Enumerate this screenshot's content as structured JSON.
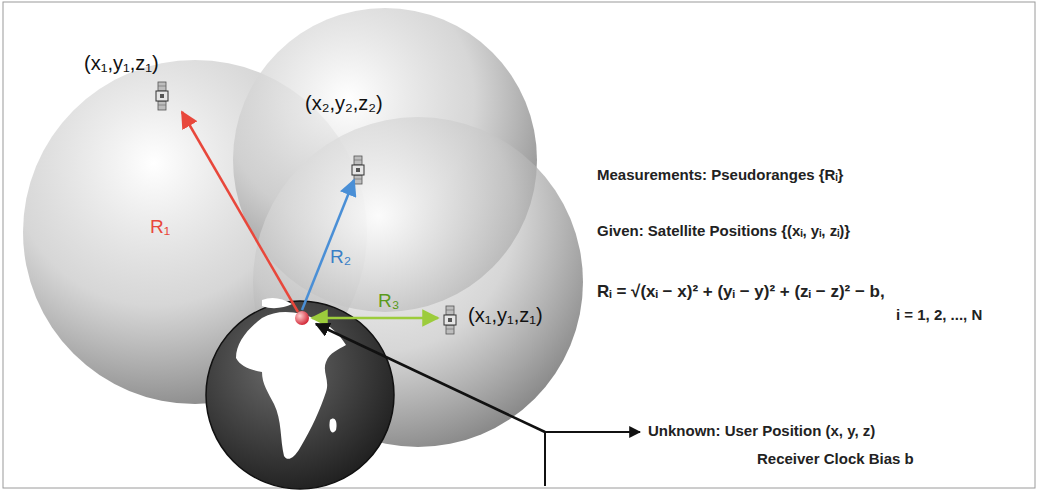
{
  "diagram": {
    "labels": [
      "(x₁,y₁,z₁)",
      "(x₂,y₂,z₂)",
      "R₁",
      "R₂",
      "R₃",
      "(x₁,y₁,z₁)",
      "Measurements: Pseudoranges {Rᵢ}",
      "Given: Satellite Positions {(xᵢ, yᵢ, zᵢ)}",
      "Rᵢ = √(xᵢ − x)² + (yᵢ − y)² + (zᵢ − z)² − b,",
      "i = 1, 2, ..., N",
      "Unknown: User Position (x, y, z)",
      "Receiver Clock Bias b"
    ]
  }
}
